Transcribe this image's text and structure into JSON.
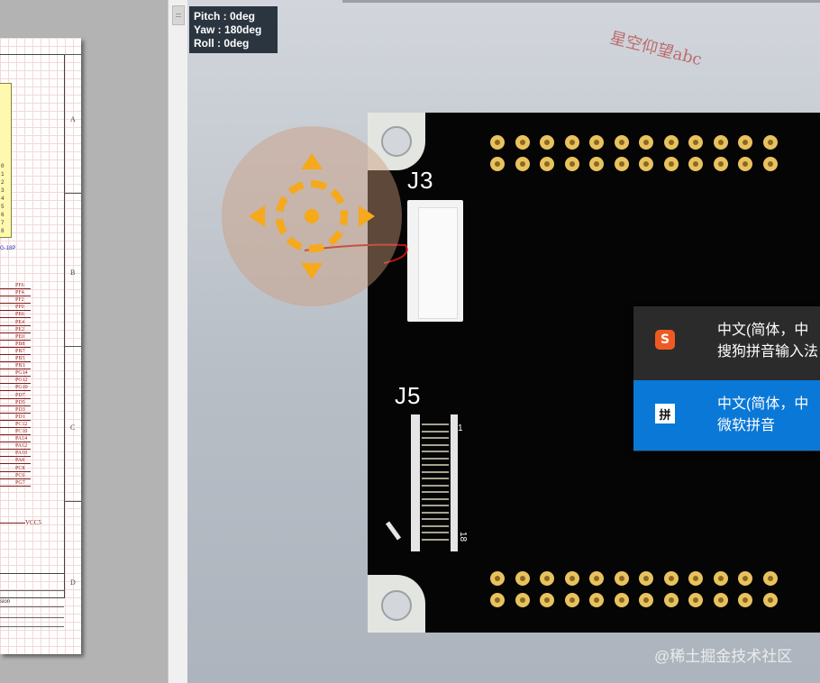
{
  "orientation": {
    "pitch": "Pitch : 0deg",
    "yaw": "Yaw : 180deg",
    "roll": "Roll : 0deg"
  },
  "watermarks": {
    "top": "星空仰望abc",
    "bottom": "@稀土掘金技术社区"
  },
  "pcb": {
    "j3_label": "J3",
    "j5_label": "J5",
    "j5_pin_first": "1",
    "j5_pin_last": "18"
  },
  "schematic": {
    "zones": [
      "A",
      "B",
      "C",
      "D"
    ],
    "chip_pins": [
      "0",
      "1",
      "2",
      "3",
      "4",
      "5",
      "6",
      "7",
      "8"
    ],
    "chip_label": "G-18P",
    "nets": [
      "PF6",
      "PF4",
      "PF2",
      "PF0",
      "PE6",
      "PE4",
      "PE2",
      "PE0",
      "PB8",
      "PB7",
      "PB5",
      "PB3",
      "PG14",
      "PG12",
      "PG10",
      "PD7",
      "PD5",
      "PD3",
      "PD1",
      "PC12",
      "PC10",
      "PA14",
      "PA12",
      "PA10",
      "PA8",
      "PC8",
      "PC6",
      "PG7"
    ],
    "vcc": "VCC5",
    "version": "sion"
  },
  "ime": {
    "items": [
      {
        "line1": "中文(简体，中",
        "line2": "搜狗拼音输入法",
        "icon": "S"
      },
      {
        "line1": "中文(简体，中",
        "line2": "微软拼音",
        "icon": "拼"
      }
    ]
  }
}
